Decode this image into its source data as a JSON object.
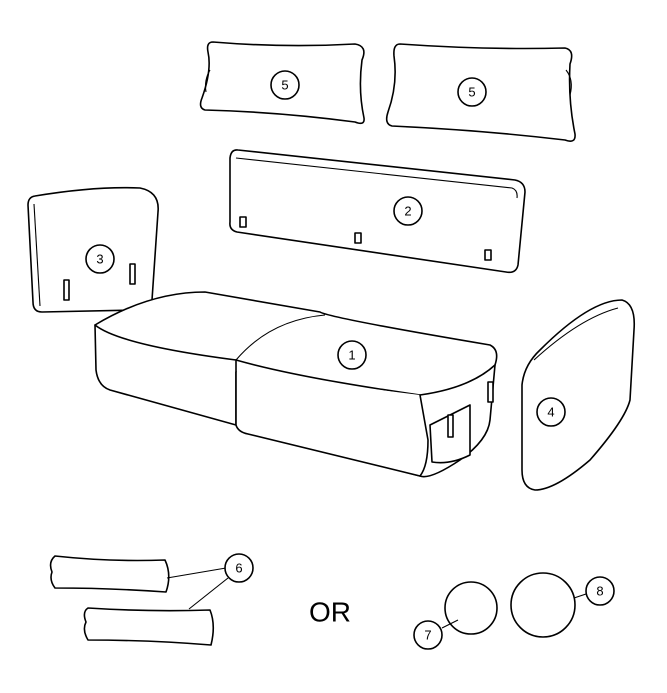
{
  "diagram": {
    "labels": {
      "seat": "1",
      "backrest": "2",
      "left_side": "3",
      "right_armrest": "4",
      "pillow_left": "5",
      "pillow_right": "5",
      "bolsters": "6",
      "small_ball": "7",
      "large_ball": "8"
    },
    "or_text": "OR"
  }
}
